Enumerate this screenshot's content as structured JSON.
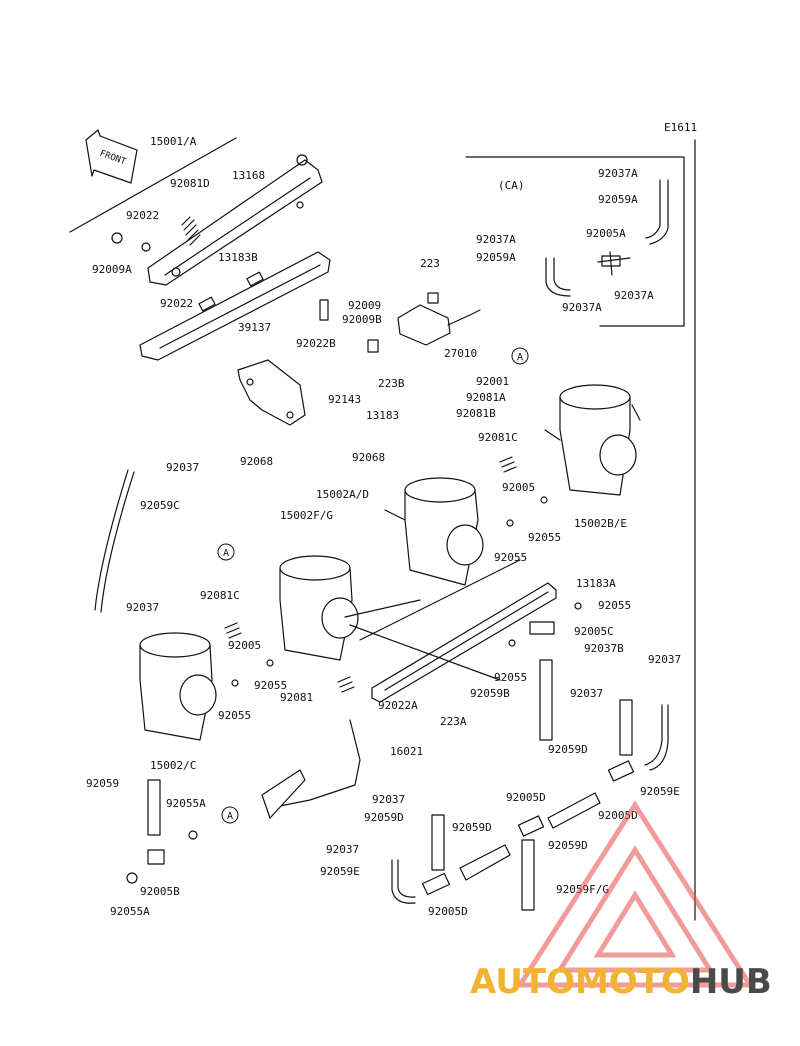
{
  "diagram_code": "E1611",
  "front_label": "FRONT",
  "ca_label": "(CA)",
  "watermark": {
    "part1": "AUTOMOTO",
    "part2": "HUB",
    "color1": "#f2b233",
    "color2": "#4a4a4a",
    "triangle_color": "#e84a4a"
  },
  "labels": [
    {
      "id": "l01",
      "text": "15001/A"
    },
    {
      "id": "l02",
      "text": "92081D"
    },
    {
      "id": "l03",
      "text": "13168"
    },
    {
      "id": "l04",
      "text": "92022"
    },
    {
      "id": "l05",
      "text": "92009A"
    },
    {
      "id": "l06",
      "text": "13183B"
    },
    {
      "id": "l07",
      "text": "92022"
    },
    {
      "id": "l08",
      "text": "223"
    },
    {
      "id": "l09",
      "text": "92009"
    },
    {
      "id": "l10",
      "text": "92009B"
    },
    {
      "id": "l11",
      "text": "39137"
    },
    {
      "id": "l12",
      "text": "92022B"
    },
    {
      "id": "l13",
      "text": "27010"
    },
    {
      "id": "l14",
      "text": "92143"
    },
    {
      "id": "l15",
      "text": "92037A"
    },
    {
      "id": "l16",
      "text": "92059A"
    },
    {
      "id": "l17",
      "text": "92037A"
    },
    {
      "id": "l18",
      "text": "92005A"
    },
    {
      "id": "l19",
      "text": "92059A"
    },
    {
      "id": "l20",
      "text": "92037A"
    },
    {
      "id": "l21",
      "text": "92037A"
    },
    {
      "id": "l22",
      "text": "223B"
    },
    {
      "id": "l23",
      "text": "92001"
    },
    {
      "id": "l24",
      "text": "92081A"
    },
    {
      "id": "l25",
      "text": "13183"
    },
    {
      "id": "l26",
      "text": "92081B"
    },
    {
      "id": "l27",
      "text": "92081C"
    },
    {
      "id": "l28",
      "text": "92068"
    },
    {
      "id": "l29",
      "text": "92037"
    },
    {
      "id": "l30",
      "text": "92068"
    },
    {
      "id": "l31",
      "text": "15002A/D"
    },
    {
      "id": "l32",
      "text": "92005"
    },
    {
      "id": "l33",
      "text": "15002B/E"
    },
    {
      "id": "l34",
      "text": "92059C"
    },
    {
      "id": "l35",
      "text": "15002F/G"
    },
    {
      "id": "l36",
      "text": "92055"
    },
    {
      "id": "l37",
      "text": "92055"
    },
    {
      "id": "l38",
      "text": "13183A"
    },
    {
      "id": "l39",
      "text": "92037"
    },
    {
      "id": "l40",
      "text": "92081C"
    },
    {
      "id": "l41",
      "text": "92055"
    },
    {
      "id": "l42",
      "text": "92005C"
    },
    {
      "id": "l43",
      "text": "92005"
    },
    {
      "id": "l44",
      "text": "92037B"
    },
    {
      "id": "l45",
      "text": "92037"
    },
    {
      "id": "l46",
      "text": "92055"
    },
    {
      "id": "l47",
      "text": "92055"
    },
    {
      "id": "l48",
      "text": "92037"
    },
    {
      "id": "l49",
      "text": "92055"
    },
    {
      "id": "l50",
      "text": "92059B"
    },
    {
      "id": "l51",
      "text": "92081"
    },
    {
      "id": "l52",
      "text": "92022A"
    },
    {
      "id": "l53",
      "text": "223A"
    },
    {
      "id": "l54",
      "text": "92059D"
    },
    {
      "id": "l55",
      "text": "16021"
    },
    {
      "id": "l56",
      "text": "15002/C"
    },
    {
      "id": "l57",
      "text": "92059"
    },
    {
      "id": "l58",
      "text": "92059E"
    },
    {
      "id": "l59",
      "text": "92037"
    },
    {
      "id": "l60",
      "text": "92005D"
    },
    {
      "id": "l61",
      "text": "92055A"
    },
    {
      "id": "l62",
      "text": "92059D"
    },
    {
      "id": "l63",
      "text": "92005D"
    },
    {
      "id": "l64",
      "text": "92059D"
    },
    {
      "id": "l65",
      "text": "92037"
    },
    {
      "id": "l66",
      "text": "92059D"
    },
    {
      "id": "l67",
      "text": "92059E"
    },
    {
      "id": "l68",
      "text": "92005B"
    },
    {
      "id": "l69",
      "text": "92059F/G"
    },
    {
      "id": "l70",
      "text": "92055A"
    },
    {
      "id": "l71",
      "text": "92005D"
    }
  ],
  "callouts": [
    "A",
    "A",
    "A"
  ]
}
